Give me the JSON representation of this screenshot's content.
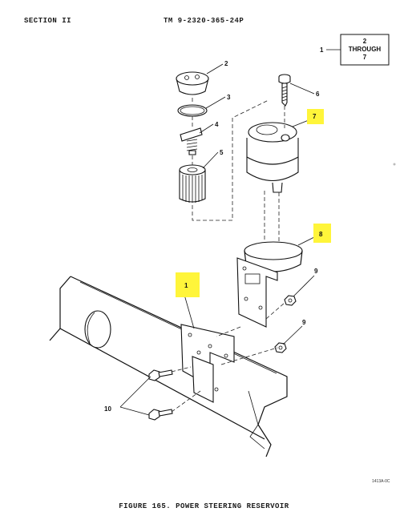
{
  "header": {
    "section": "SECTION II",
    "tm_number": "TM 9-2320-365-24P"
  },
  "range_box": {
    "ref": "1",
    "line1": "2",
    "line2": "THROUGH",
    "line3": "7"
  },
  "callouts": {
    "c1": "1",
    "c2": "2",
    "c3": "3",
    "c4": "4",
    "c5": "5",
    "c6": "6",
    "c7": "7",
    "c8": "8",
    "c9a": "9",
    "c9b": "9",
    "c10": "10"
  },
  "highlight_color": "#fff53a",
  "drawing_id": "1413A-0C",
  "caption": "FIGURE 165.  POWER STEERING RESERVOIR"
}
